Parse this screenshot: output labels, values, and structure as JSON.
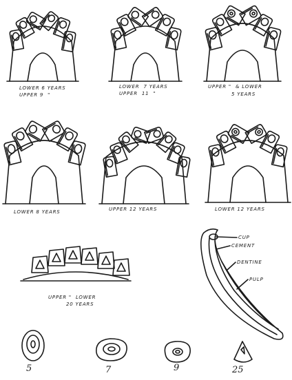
{
  "figures": {
    "fig1": {
      "line1": "Lower 6 years",
      "line2": "Upper 9  \""
    },
    "fig2": {
      "line1": "Lower  7 years",
      "line2": "Upper  11  \""
    },
    "fig3": {
      "line1": "Upper \"  & Lower",
      "line2": "5 years"
    },
    "fig4": {
      "line1": "Lower 8 years"
    },
    "fig5": {
      "line1": "Upper 12 years"
    },
    "fig6": {
      "line1": "Lower 12 years"
    },
    "fig7": {
      "line1": "Upper \"  Lower",
      "line2": "20 years"
    },
    "fig8": {
      "labels": [
        "Cup",
        "Cement",
        "Dentine",
        "Pulp"
      ]
    },
    "sections": [
      "5",
      "7",
      "9",
      "25"
    ]
  }
}
